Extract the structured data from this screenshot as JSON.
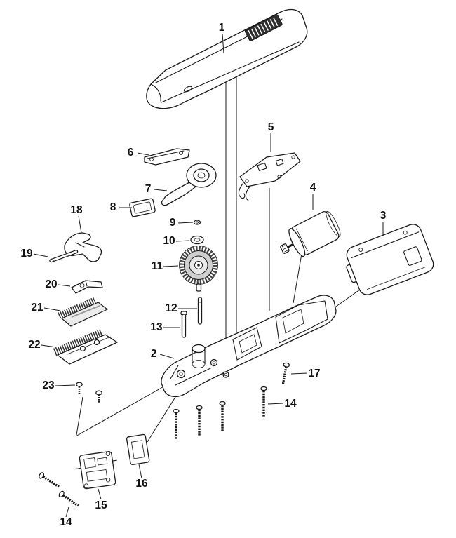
{
  "diagram": {
    "type": "exploded-parts-diagram",
    "background": "#ffffff",
    "line_color": "#1a1a1a",
    "labels": [
      {
        "id": "part-1",
        "num": "1"
      },
      {
        "id": "part-5",
        "num": "5"
      },
      {
        "id": "part-6",
        "num": "6"
      },
      {
        "id": "part-7",
        "num": "7"
      },
      {
        "id": "part-8",
        "num": "8"
      },
      {
        "id": "part-18",
        "num": "18"
      },
      {
        "id": "part-9",
        "num": "9"
      },
      {
        "id": "part-10",
        "num": "10"
      },
      {
        "id": "part-19",
        "num": "19"
      },
      {
        "id": "part-11",
        "num": "11"
      },
      {
        "id": "part-4",
        "num": "4"
      },
      {
        "id": "part-3",
        "num": "3"
      },
      {
        "id": "part-20",
        "num": "20"
      },
      {
        "id": "part-21",
        "num": "21"
      },
      {
        "id": "part-12",
        "num": "12"
      },
      {
        "id": "part-13",
        "num": "13"
      },
      {
        "id": "part-22",
        "num": "22"
      },
      {
        "id": "part-2",
        "num": "2"
      },
      {
        "id": "part-23",
        "num": "23"
      },
      {
        "id": "part-17",
        "num": "17"
      },
      {
        "id": "part-14-right",
        "num": "14"
      },
      {
        "id": "part-16",
        "num": "16"
      },
      {
        "id": "part-15",
        "num": "15"
      },
      {
        "id": "part-14-bottom",
        "num": "14"
      }
    ]
  }
}
